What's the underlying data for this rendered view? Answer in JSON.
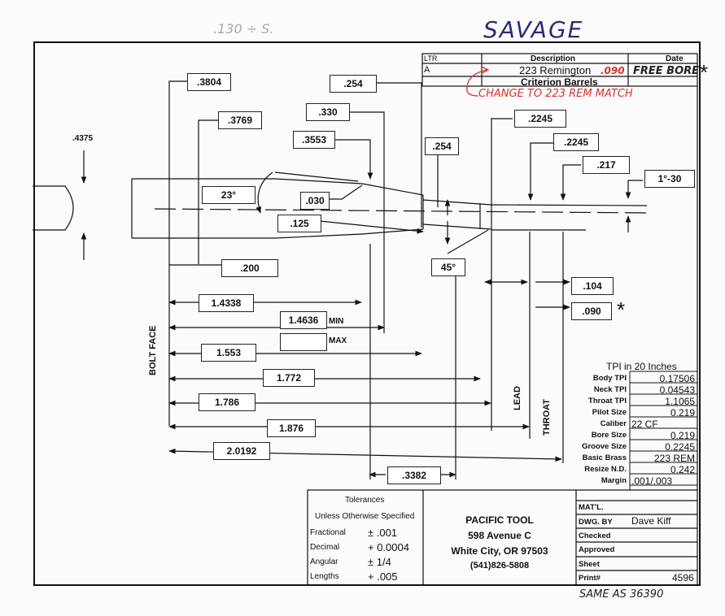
{
  "header": {
    "top_note": ".130 ÷ S.",
    "savage": "SAVAGE",
    "footnote": "SAME AS   36390"
  },
  "revision": {
    "col_ltr": "LTR",
    "col_desc": "Description",
    "col_date": "Date",
    "ltr": "A",
    "desc1": "223 Remington",
    "desc1_note": ".090",
    "desc2": "Criterion Barrels",
    "date_note": "FREE BORE",
    "star": "*",
    "change_note": "CHANGE TO 223 REM MATCH"
  },
  "dims": {
    "d3804": ".3804",
    "d254a": ".254",
    "d3769": ".3769",
    "d330": ".330",
    "d3553": ".3553",
    "d2245a": ".2245",
    "d2245b": ".2245",
    "d254b": ".254",
    "d217": ".217",
    "d130": "1°-30",
    "d4375": ".4375",
    "d23": "23°",
    "d030": ".030",
    "d125": ".125",
    "d200": ".200",
    "d45": "45°",
    "d104": ".104",
    "d090": ".090",
    "d090_star": "*",
    "d14338": "1.4338",
    "d14636": "1.4636",
    "min": "MIN",
    "max": "MAX",
    "d1553": "1.553",
    "d1772": "1.772",
    "d1786": "1.786",
    "d1876": "1.876",
    "d20192": "2.0192",
    "d3382": ".3382"
  },
  "labels": {
    "bolt_face": "BOLT FACE",
    "lead": "LEAD",
    "throat": "THROAT"
  },
  "specs": {
    "title": "TPI in 20 Inches",
    "rows": [
      {
        "label": "Body TPI",
        "value": "0.17506"
      },
      {
        "label": "Neck TPI",
        "value": "0.04543"
      },
      {
        "label": "Throat TPI",
        "value": "1.1065"
      },
      {
        "label": "Pilot Size",
        "value": "0.219"
      },
      {
        "label": "Caliber",
        "value": "22 CF"
      },
      {
        "label": "Bore Size",
        "value": "0.219"
      },
      {
        "label": "Groove Size",
        "value": "0.2245"
      },
      {
        "label": "Basic Brass",
        "value": "223 REM"
      },
      {
        "label": "Resize N.D.",
        "value": "0.242"
      },
      {
        "label": "Margin",
        "value": ".001/.003"
      }
    ]
  },
  "tolerances": {
    "title": "Tolerances",
    "subtitle": "Unless Otherwise Specified",
    "rows": [
      {
        "label": "Fractional",
        "value": "± .001"
      },
      {
        "label": "Decimal",
        "value": "+ 0.0004"
      },
      {
        "label": "Angular",
        "value": "± 1/4"
      },
      {
        "label": "Lengths",
        "value": "+ .005"
      }
    ]
  },
  "company": {
    "name": "PACIFIC TOOL",
    "street": "598 Avenue C",
    "city": "White City, OR 97503",
    "phone": "(541)826-5808"
  },
  "titleblock": {
    "matl": "MAT'L.",
    "dwg_by": "DWG. BY",
    "dwg_by_val": "Dave Kiff",
    "checked": "Checked",
    "approved": "Approved",
    "sheet": "Sheet",
    "print": "Print#",
    "print_val": "4596"
  }
}
